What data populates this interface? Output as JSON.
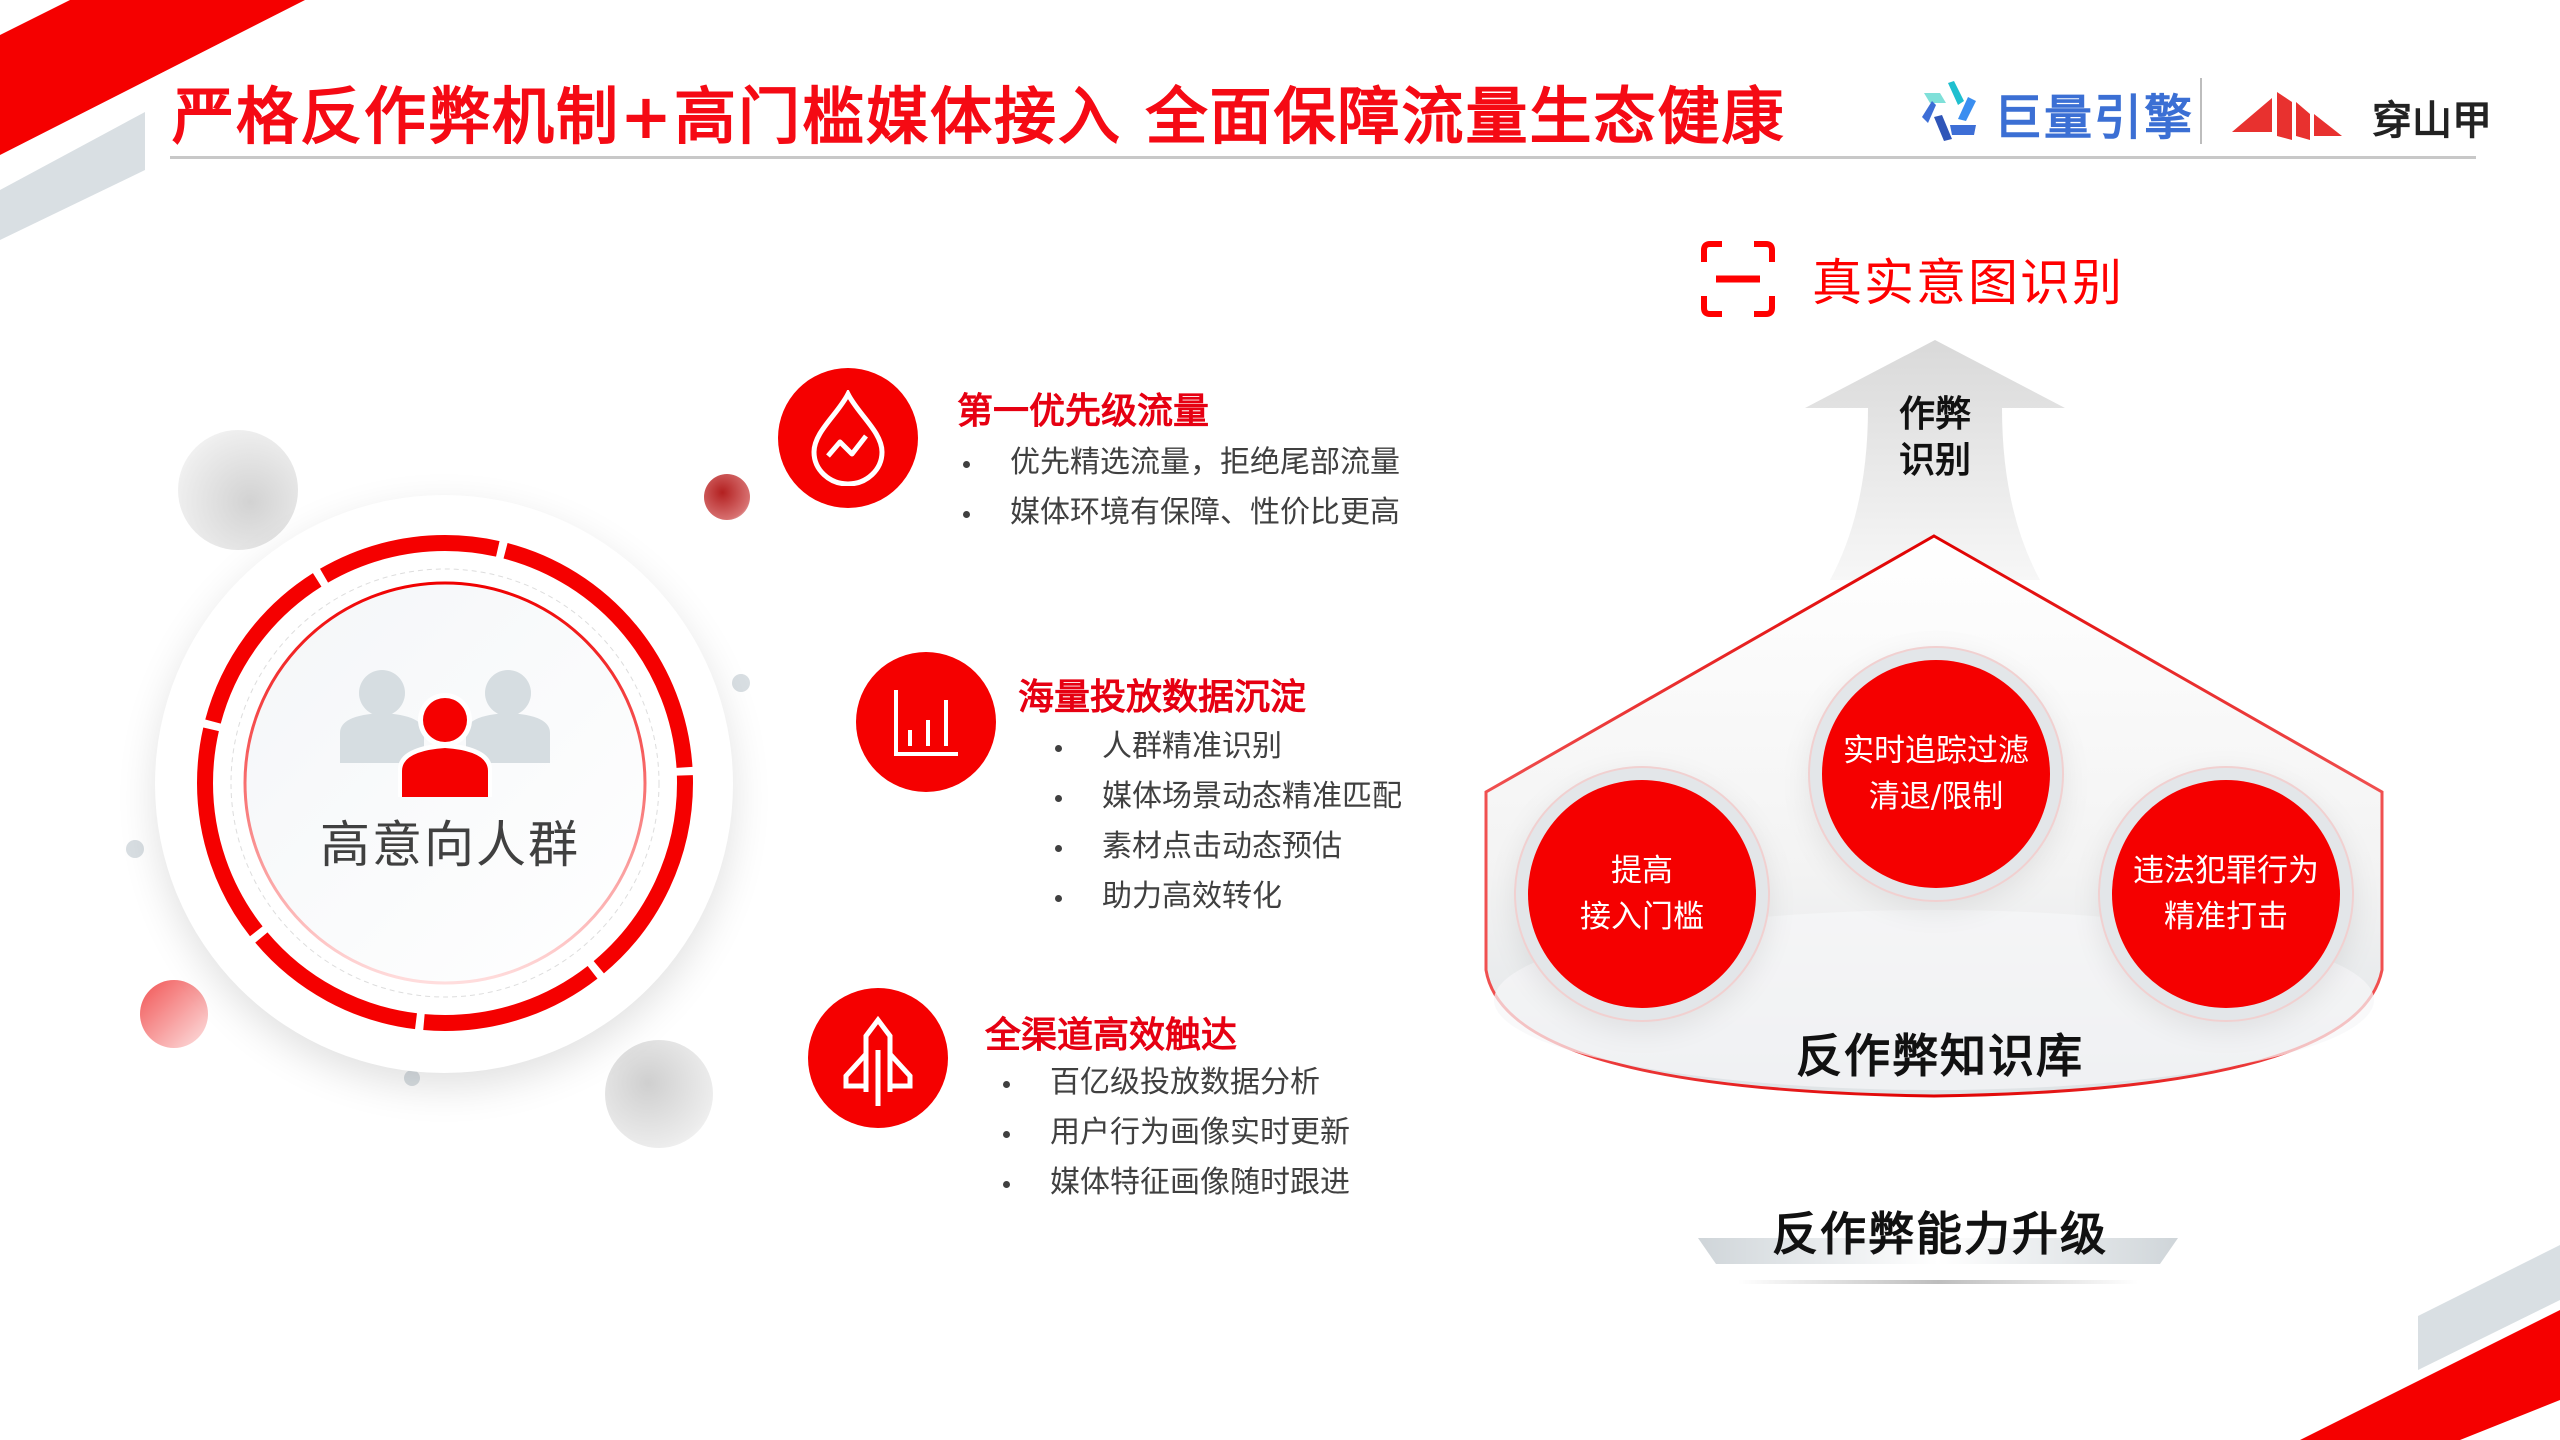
{
  "header": {
    "title": "严格反作弊机制+高门槛媒体接入  全面保障流量生态健康",
    "logos": [
      {
        "name": "巨量引擎",
        "icon": "ocean-engine-logo",
        "color": "#3b6fd4"
      },
      {
        "name": "穿山甲",
        "icon": "pangle-logo",
        "color": "#e8312f"
      }
    ]
  },
  "colors": {
    "accent_red": "#f50000",
    "title_red": "#e60012",
    "gray_deco": "#d9dfe3",
    "text_dark": "#404040"
  },
  "hub": {
    "icon": "people-group-icon",
    "label": "高意向人群"
  },
  "features": [
    {
      "icon": "water-drop-trend-icon",
      "title": "第一优先级流量",
      "items": [
        "优先精选流量，拒绝尾部流量",
        "媒体环境有保障、性价比更高"
      ]
    },
    {
      "icon": "bar-chart-icon",
      "title": "海量投放数据沉淀",
      "items": [
        "人群精准识别",
        "媒体场景动态精准匹配",
        "素材点击动态预估",
        "助力高效转化"
      ]
    },
    {
      "icon": "rocket-icon",
      "title": "全渠道高效触达",
      "items": [
        "百亿级投放数据分析",
        "用户行为画像实时更新",
        "媒体特征画像随时跟进"
      ]
    }
  ],
  "diagram": {
    "top": {
      "icon": "scan-frame-icon",
      "label": "真实意图识别"
    },
    "arrow_label": "作弊\n识别",
    "arrow_label_lines": [
      "作弊",
      "识别"
    ],
    "circles": [
      {
        "lines": [
          "提高",
          "接入门槛"
        ]
      },
      {
        "lines": [
          "实时追踪过滤",
          "清退/限制"
        ]
      },
      {
        "lines": [
          "违法犯罪行为",
          "精准打击"
        ]
      }
    ],
    "base_label": "反作弊知识库",
    "footer_label": "反作弊能力升级"
  }
}
